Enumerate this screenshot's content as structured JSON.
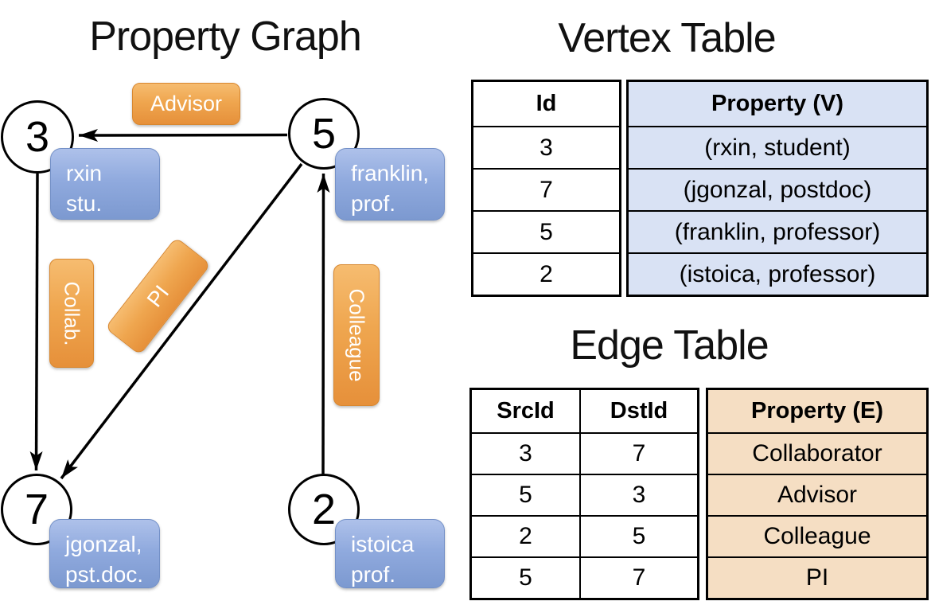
{
  "graph": {
    "title": "Property Graph",
    "nodes": [
      {
        "id": "3",
        "label_line1": "rxin",
        "label_line2": "stu."
      },
      {
        "id": "5",
        "label_line1": "franklin,",
        "label_line2": "prof."
      },
      {
        "id": "7",
        "label_line1": "jgonzal,",
        "label_line2": "pst.doc."
      },
      {
        "id": "2",
        "label_line1": "istoica",
        "label_line2": "prof."
      }
    ],
    "edge_labels": {
      "advisor": "Advisor",
      "collab": "Collab.",
      "pi": "PI",
      "colleague": "Colleague"
    },
    "edges_drawn": [
      {
        "from": "5",
        "to": "3",
        "label": "Advisor"
      },
      {
        "from": "3",
        "to": "7",
        "label": "Collab."
      },
      {
        "from": "5",
        "to": "7",
        "label": "PI"
      },
      {
        "from": "2",
        "to": "5",
        "label": "Colleague"
      }
    ]
  },
  "vertex_table": {
    "title": "Vertex Table",
    "headers": {
      "id": "Id",
      "property": "Property (V)"
    },
    "rows": [
      {
        "id": "3",
        "property": "(rxin, student)"
      },
      {
        "id": "7",
        "property": "(jgonzal, postdoc)"
      },
      {
        "id": "5",
        "property": "(franklin, professor)"
      },
      {
        "id": "2",
        "property": "(istoica, professor)"
      }
    ]
  },
  "edge_table": {
    "title": "Edge Table",
    "headers": {
      "src": "SrcId",
      "dst": "DstId",
      "property": "Property (E)"
    },
    "rows": [
      {
        "src": "3",
        "dst": "7",
        "property": "Collaborator"
      },
      {
        "src": "5",
        "dst": "3",
        "property": "Advisor"
      },
      {
        "src": "2",
        "dst": "5",
        "property": "Colleague"
      },
      {
        "src": "5",
        "dst": "7",
        "property": "PI"
      }
    ]
  },
  "colors": {
    "edge_badge_orange": "#efa64f",
    "vertex_badge_blue": "#8caadd",
    "vertex_table_fill": "#d9e2f4",
    "edge_table_fill": "#f5dec3",
    "line_black": "#000000",
    "background": "#ffffff"
  }
}
